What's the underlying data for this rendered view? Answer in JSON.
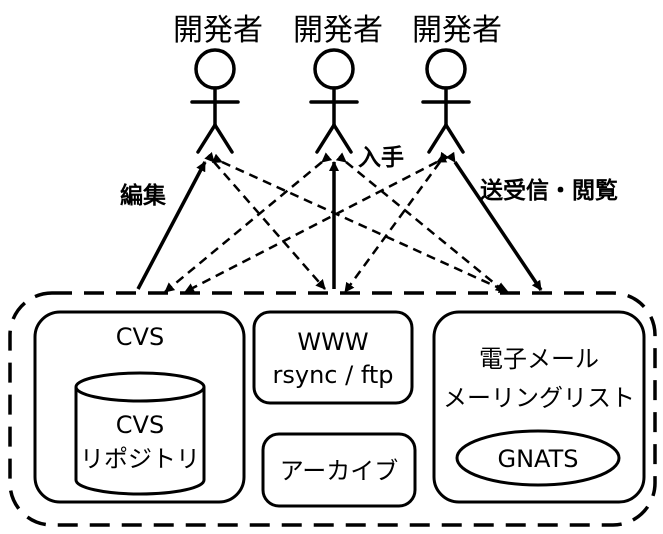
{
  "developers": [
    {
      "label": "開発者"
    },
    {
      "label": "開発者"
    },
    {
      "label": "開発者"
    }
  ],
  "arrow_labels": {
    "edit": "編集",
    "obtain": "入手",
    "send_receive_browse": "送受信・閲覧"
  },
  "boxes": {
    "cvs": {
      "title": "CVS",
      "repository_line1": "CVS",
      "repository_line2": "リポジトリ"
    },
    "www": {
      "line1": "WWW",
      "line2": "rsync / ftp"
    },
    "archive": {
      "label": "アーカイブ"
    },
    "mail": {
      "line1": "電子メール",
      "line2": "メーリングリスト",
      "tracker": "GNATS"
    }
  }
}
